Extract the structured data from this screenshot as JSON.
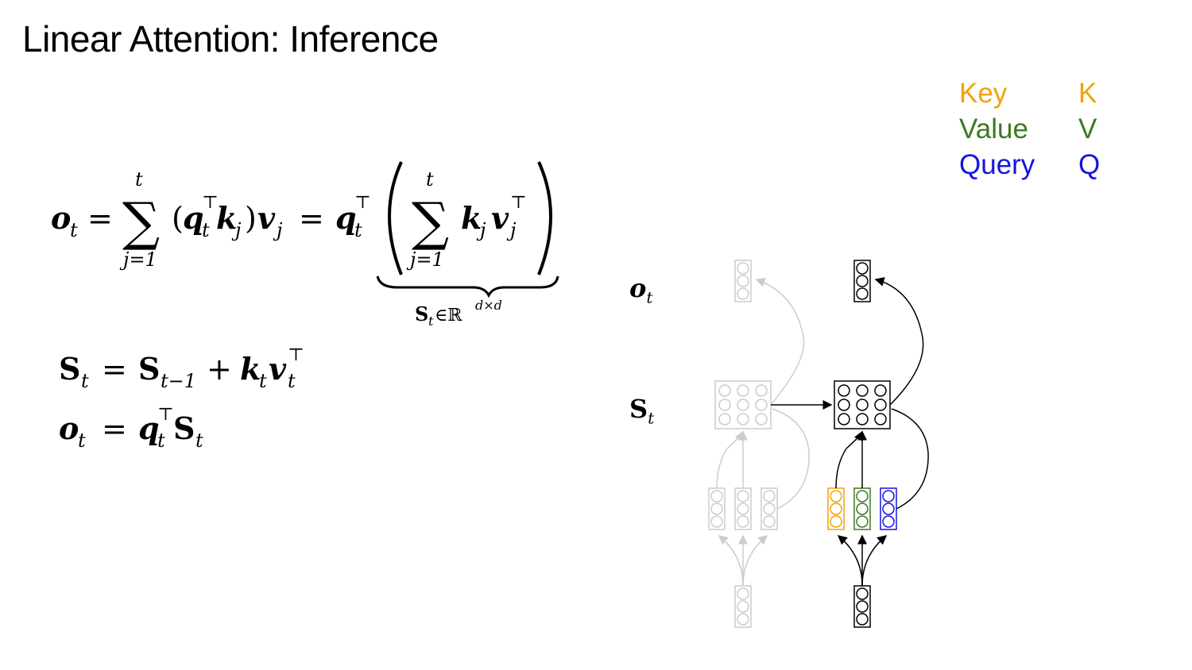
{
  "title": "Linear Attention: Inference",
  "legend": [
    {
      "name": "Key",
      "symbol": "K",
      "color": "#f0a30a"
    },
    {
      "name": "Value",
      "symbol": "V",
      "color": "#3d7a22"
    },
    {
      "name": "Query",
      "symbol": "Q",
      "color": "#1515e0"
    }
  ],
  "equations": {
    "eq1_lhs": "o",
    "eq1_sub": "t",
    "sum_upper": "t",
    "sum_lower": "j=1",
    "underbrace_label": "S",
    "underbrace_sub": "t",
    "underbrace_set": "∈ℝ",
    "underbrace_sup": "d×d",
    "eq2": "S_t = S_{t−1} + k_t v_t^⊤",
    "eq3": "o_t = q_t^⊤ S_t"
  },
  "diagram": {
    "label_o": "o",
    "label_s": "S",
    "label_sub": "t",
    "colors": {
      "active": "#000000",
      "faded": "#cccccc",
      "key": "#f0a30a",
      "value": "#3d7a22",
      "query": "#1515e0"
    }
  }
}
